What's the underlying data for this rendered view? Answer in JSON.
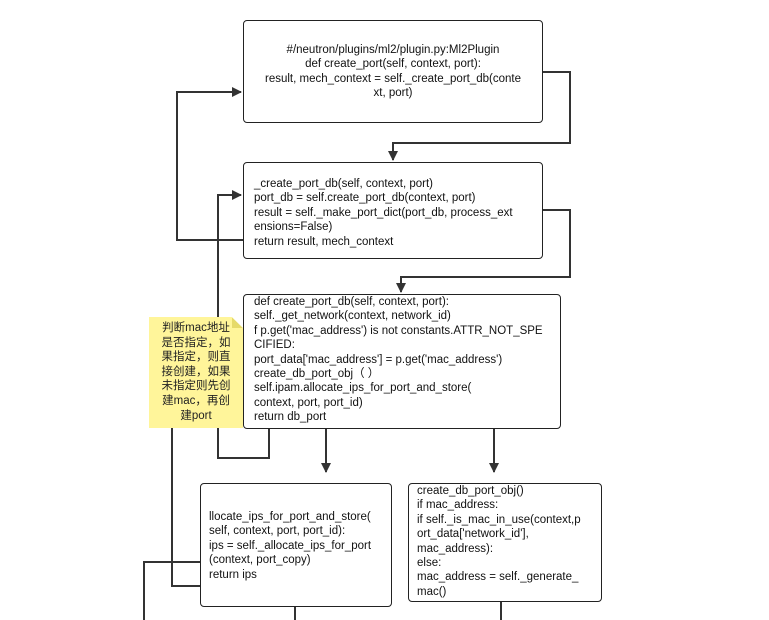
{
  "boxes": {
    "plugin": [
      "#/neutron/plugins/ml2/plugin.py:Ml2Plugin",
      "def create_port(self, context, port):",
      "result, mech_context = self._create_port_db(conte",
      "xt, port)"
    ],
    "create_port_db_ml2": [
      "_create_port_db(self, context, port)",
      "port_db = self.create_port_db(context, port)",
      "result = self._make_port_dict(port_db, process_ext",
      "ensions=False)",
      "return result, mech_context"
    ],
    "create_port_db_base": [
      "def create_port_db(self, context, port):",
      "self._get_network(context, network_id)",
      "f p.get('mac_address') is not constants.ATTR_NOT_SPE",
      "CIFIED:",
      "port_data['mac_address'] = p.get('mac_address')",
      "create_db_port_obj（ ）",
      "self.ipam.allocate_ips_for_port_and_store(",
      "context, port, port_id)",
      "return db_port"
    ],
    "allocate_ips": [
      "llocate_ips_for_port_and_store(",
      "self, context, port, port_id):",
      "ips = self._allocate_ips_for_port",
      "(context, port_copy)",
      "return ips"
    ],
    "create_db_port_obj": [
      "create_db_port_obj()",
      "if mac_address:",
      "if self._is_mac_in_use(context,p",
      "ort_data['network_id'],",
      "mac_address):",
      "else:",
      "mac_address = self._generate_",
      "mac()"
    ]
  },
  "note": {
    "lines": [
      "判断mac地址",
      "是否指定，如",
      "果指定，则直",
      "接创建，如果",
      "未指定则先创",
      "建mac，再创",
      "建port"
    ]
  },
  "colors": {
    "border": "#222222",
    "note_fill": "#fff59a",
    "note_fold": "#e6da6a"
  }
}
